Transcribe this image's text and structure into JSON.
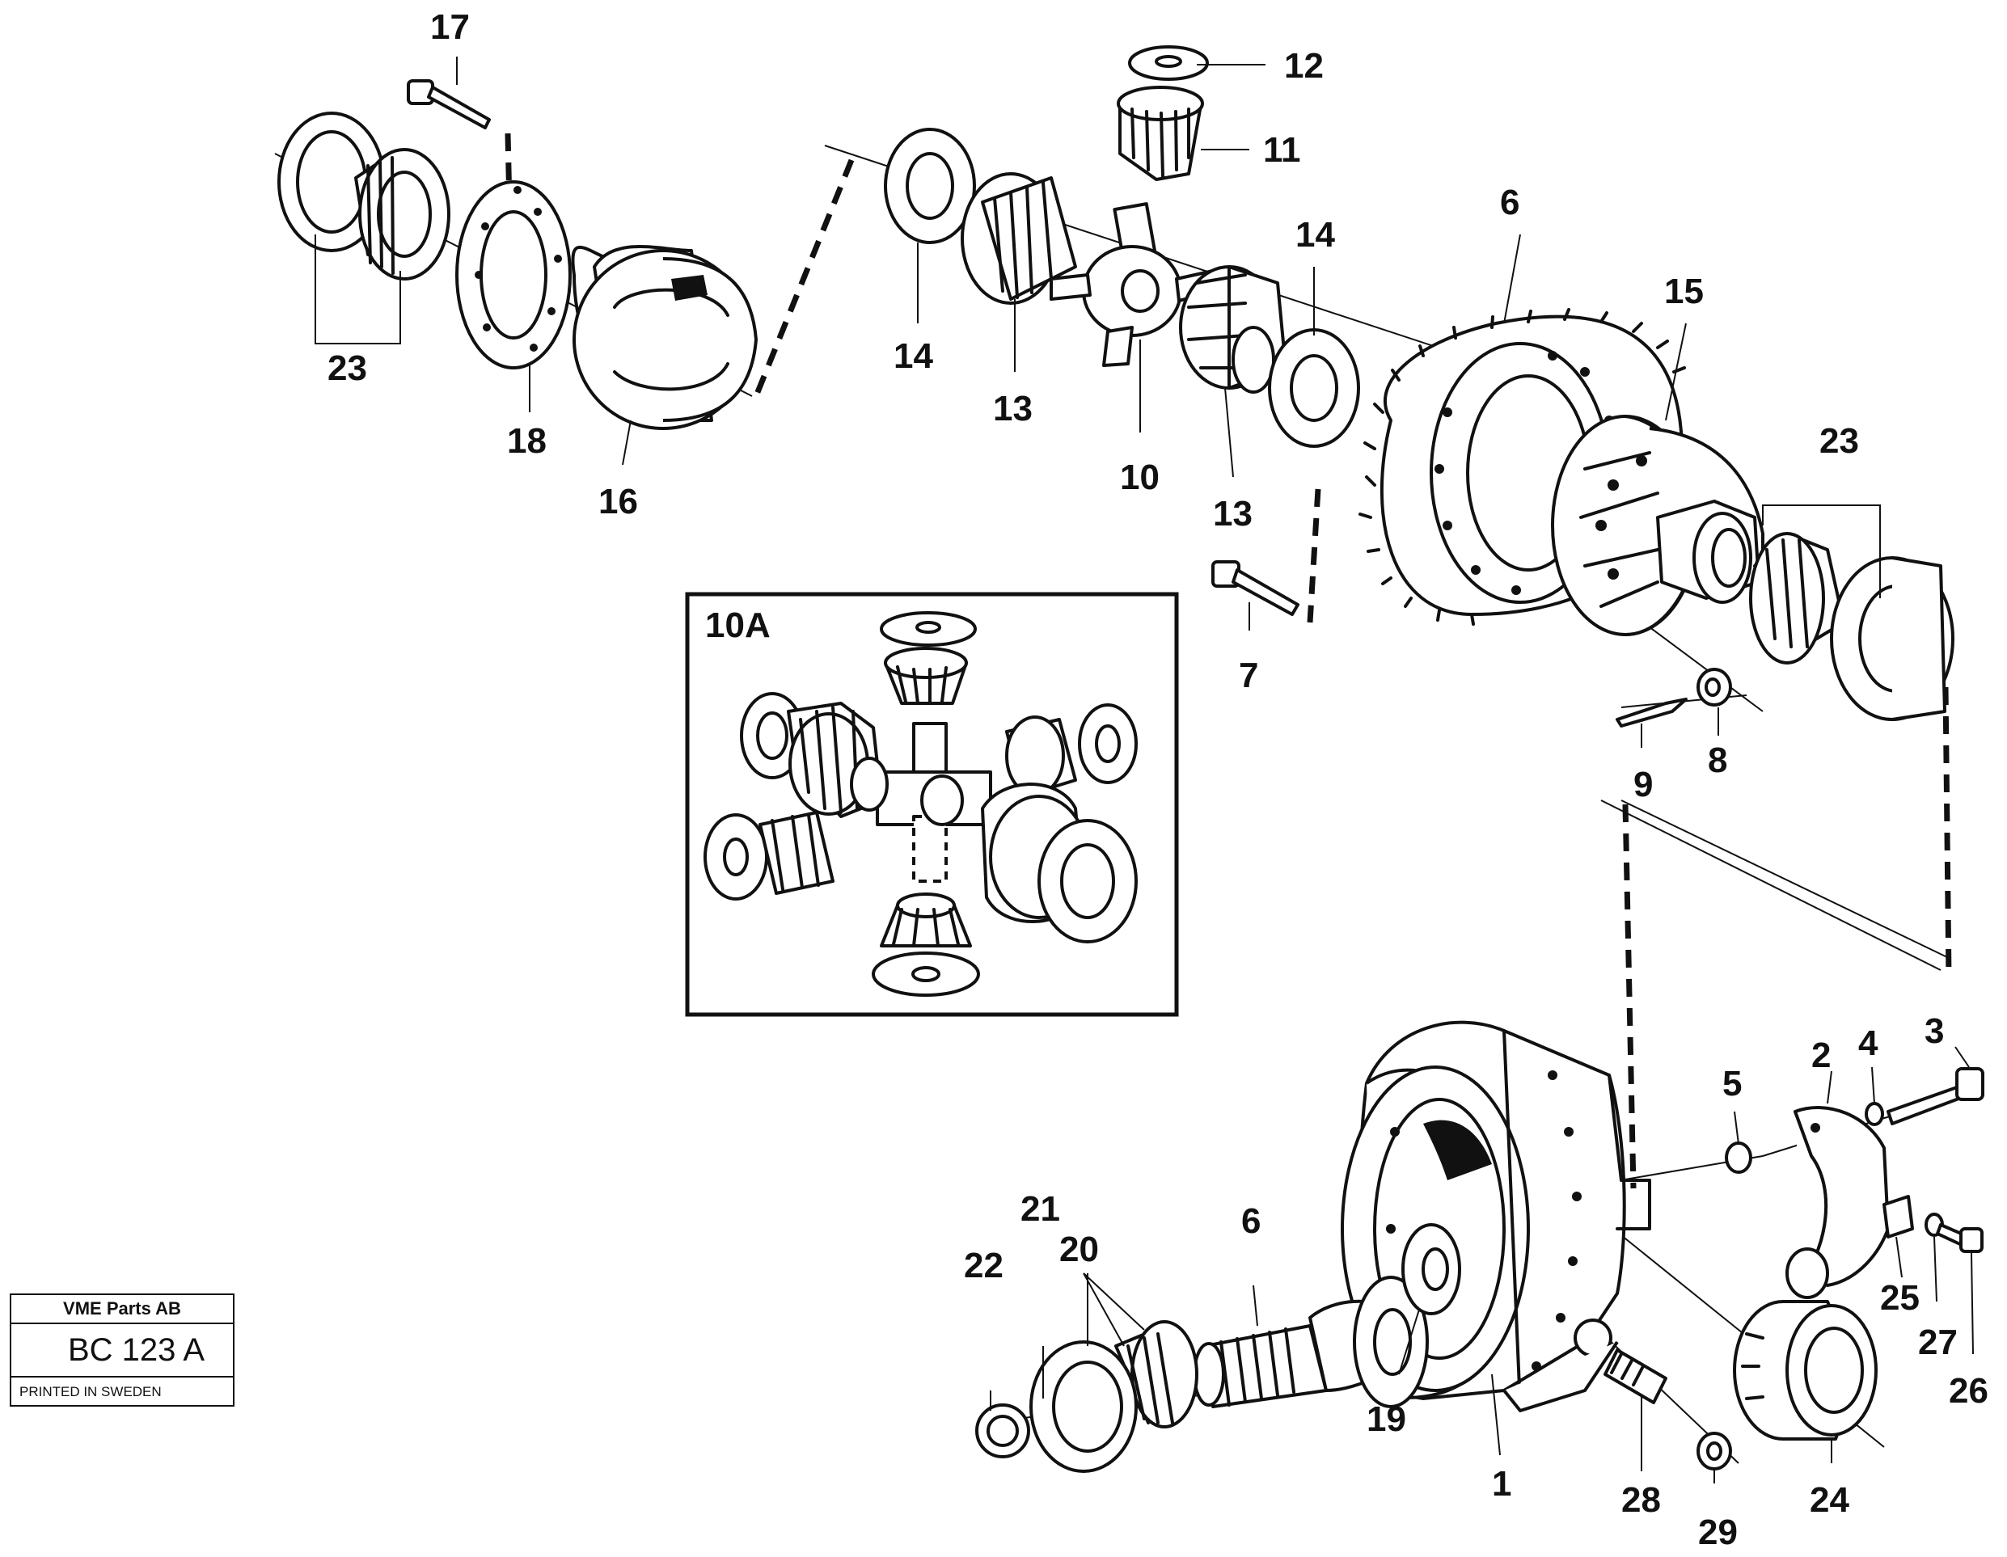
{
  "inset": {
    "label": "10A"
  },
  "title_block": {
    "company": "VME Parts AB",
    "code": "BC 123 A",
    "printed": "PRINTED IN SWEDEN"
  },
  "callouts": [
    {
      "id": "c1",
      "text": "1"
    },
    {
      "id": "c2",
      "text": "2"
    },
    {
      "id": "c3",
      "text": "3"
    },
    {
      "id": "c4",
      "text": "4"
    },
    {
      "id": "c5",
      "text": "5"
    },
    {
      "id": "c6a",
      "text": "6"
    },
    {
      "id": "c6b",
      "text": "6"
    },
    {
      "id": "c7",
      "text": "7"
    },
    {
      "id": "c8",
      "text": "8"
    },
    {
      "id": "c9",
      "text": "9"
    },
    {
      "id": "c10",
      "text": "10"
    },
    {
      "id": "c11",
      "text": "11"
    },
    {
      "id": "c12",
      "text": "12"
    },
    {
      "id": "c13a",
      "text": "13"
    },
    {
      "id": "c13b",
      "text": "13"
    },
    {
      "id": "c14a",
      "text": "14"
    },
    {
      "id": "c14b",
      "text": "14"
    },
    {
      "id": "c15",
      "text": "15"
    },
    {
      "id": "c16",
      "text": "16"
    },
    {
      "id": "c17",
      "text": "17"
    },
    {
      "id": "c18",
      "text": "18"
    },
    {
      "id": "c19",
      "text": "19"
    },
    {
      "id": "c20",
      "text": "20"
    },
    {
      "id": "c21",
      "text": "21"
    },
    {
      "id": "c22",
      "text": "22"
    },
    {
      "id": "c23a",
      "text": "23"
    },
    {
      "id": "c23b",
      "text": "23"
    },
    {
      "id": "c24",
      "text": "24"
    },
    {
      "id": "c25",
      "text": "25"
    },
    {
      "id": "c26",
      "text": "26"
    },
    {
      "id": "c27",
      "text": "27"
    },
    {
      "id": "c28",
      "text": "28"
    },
    {
      "id": "c29",
      "text": "29"
    }
  ]
}
